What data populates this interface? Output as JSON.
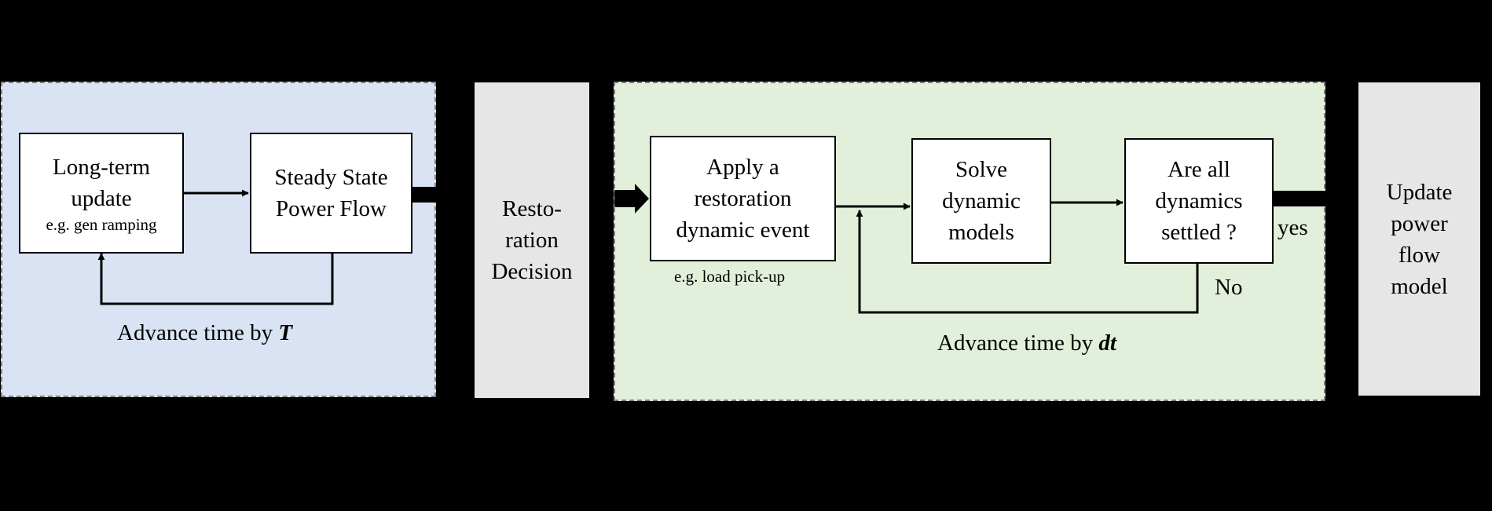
{
  "left_section": {
    "long_term_update": {
      "title": "Long-term\nupdate",
      "example": "e.g. gen ramping"
    },
    "steady_state_power_flow": "Steady State\nPower Flow",
    "advance_time": {
      "prefix": "Advance time by ",
      "variable": "T"
    }
  },
  "restoration_decision": "Resto-\nration\nDecision",
  "right_section": {
    "apply_event": "Apply a\nrestoration\ndynamic event",
    "apply_event_example": "e.g. load pick-up",
    "solve_models": "Solve\ndynamic\nmodels",
    "settled_check": "Are all\ndynamics\nsettled ?",
    "yes_label": "yes",
    "no_label": "No",
    "advance_time": {
      "prefix": "Advance time by ",
      "variable": "dt"
    }
  },
  "update_power_flow": "Update\npower\nflow\nmodel",
  "colors": {
    "background": "#000000",
    "dynamic_panel": "#e2efda",
    "steady_panel": "#dae3f3",
    "decision_panel": "#e7e6e6",
    "box_fill": "#ffffff"
  }
}
